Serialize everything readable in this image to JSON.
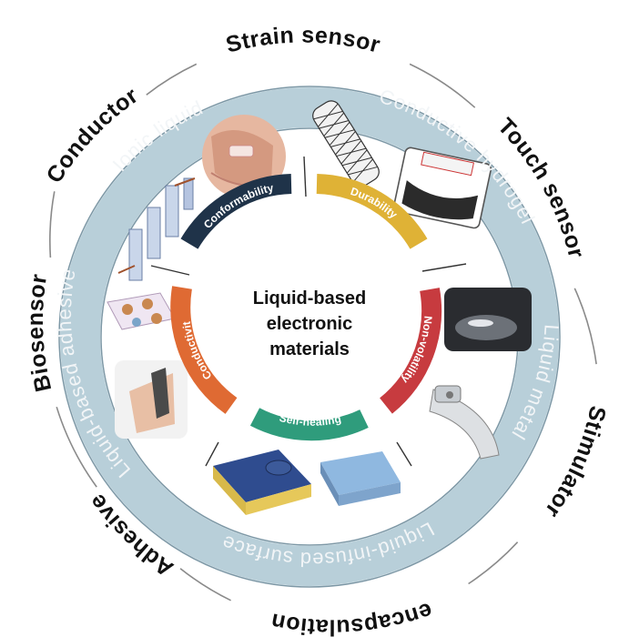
{
  "center": {
    "lines": [
      "Liquid-based",
      "electronic",
      "materials"
    ]
  },
  "applications": [
    {
      "id": "strain-sensor",
      "label": "Strain sensor",
      "top": true
    },
    {
      "id": "touch-sensor",
      "label": "Touch sensor",
      "top": true
    },
    {
      "id": "stimulator",
      "label": "Stimulator",
      "top": false
    },
    {
      "id": "encapsulation",
      "label": "encapsulation",
      "top": false
    },
    {
      "id": "adhesive",
      "label": "Adhesive",
      "top": false
    },
    {
      "id": "biosensor",
      "label": "Biosensor",
      "top": true
    },
    {
      "id": "conductor",
      "label": "Conductor",
      "top": true
    }
  ],
  "materials": [
    {
      "id": "conductive-hydrogel",
      "label": "Conductive hydrogel"
    },
    {
      "id": "liquid-metal",
      "label": "Liquid metal"
    },
    {
      "id": "liquid-infused-surface",
      "label": "Liquid-infused surface"
    },
    {
      "id": "liquid-based-adhesive",
      "label": "Liquid-based adhesive"
    },
    {
      "id": "ionic-liquid",
      "label": "Ionic liquid"
    }
  ],
  "properties": [
    {
      "id": "conformability",
      "label": "Conformability",
      "color": "#1f3349"
    },
    {
      "id": "durability",
      "label": "Durability",
      "color": "#dfb236"
    },
    {
      "id": "non-volatility",
      "label": "Non-volatility",
      "color": "#c73b3f"
    },
    {
      "id": "self-healing",
      "label": "Self-healing",
      "color": "#2f9c7c"
    },
    {
      "id": "conductivity",
      "label": "Conductivit",
      "color": "#df6a33"
    }
  ],
  "colors": {
    "material_ring": "#b8cfd9",
    "outer_ring_line": "#8a8a8a"
  }
}
